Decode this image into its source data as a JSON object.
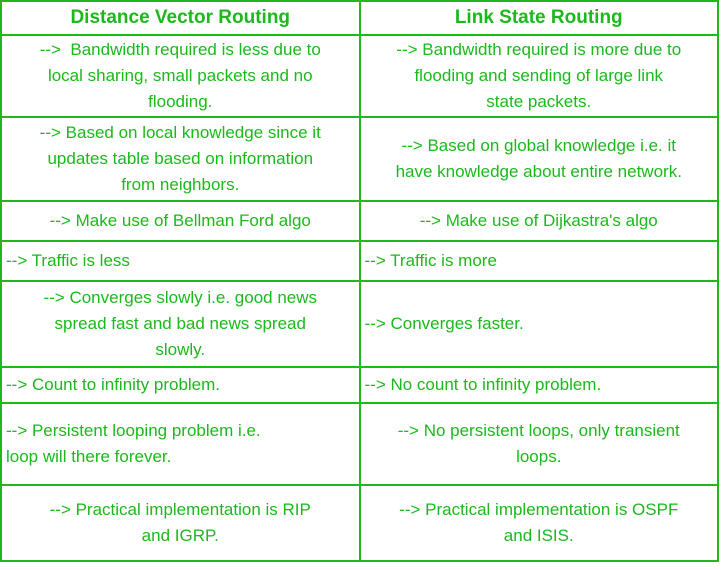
{
  "colors": {
    "green": "#1bb91b",
    "background": "#ffffff"
  },
  "table": {
    "headers": [
      "Distance Vector Routing",
      "Link State Routing"
    ],
    "rows": [
      {
        "left": "-->  Bandwidth required is less due to\nlocal sharing, small packets and no\nflooding.",
        "right": "--> Bandwidth required is more due to\nflooding and sending of large link\nstate packets."
      },
      {
        "left": "--> Based on local knowledge since it\nupdates table based on information\nfrom neighbors.",
        "right": "--> Based on global knowledge i.e. it\nhave knowledge about entire network."
      },
      {
        "left": "--> Make use of Bellman Ford algo",
        "right": "--> Make use of Dijkastra's algo"
      },
      {
        "left": "--> Traffic is less",
        "right": "--> Traffic is more"
      },
      {
        "left": "--> Converges slowly i.e. good news\nspread fast and bad news spread\nslowly.",
        "right": "--> Converges faster."
      },
      {
        "left": "--> Count to infinity problem.",
        "right": "--> No count to infinity problem."
      },
      {
        "left": "--> Persistent looping problem i.e.\nloop will there forever.",
        "right": "--> No persistent loops, only transient\nloops."
      },
      {
        "left": "--> Practical implementation is RIP\nand IGRP.",
        "right": "--> Practical implementation is OSPF\nand ISIS."
      }
    ]
  }
}
